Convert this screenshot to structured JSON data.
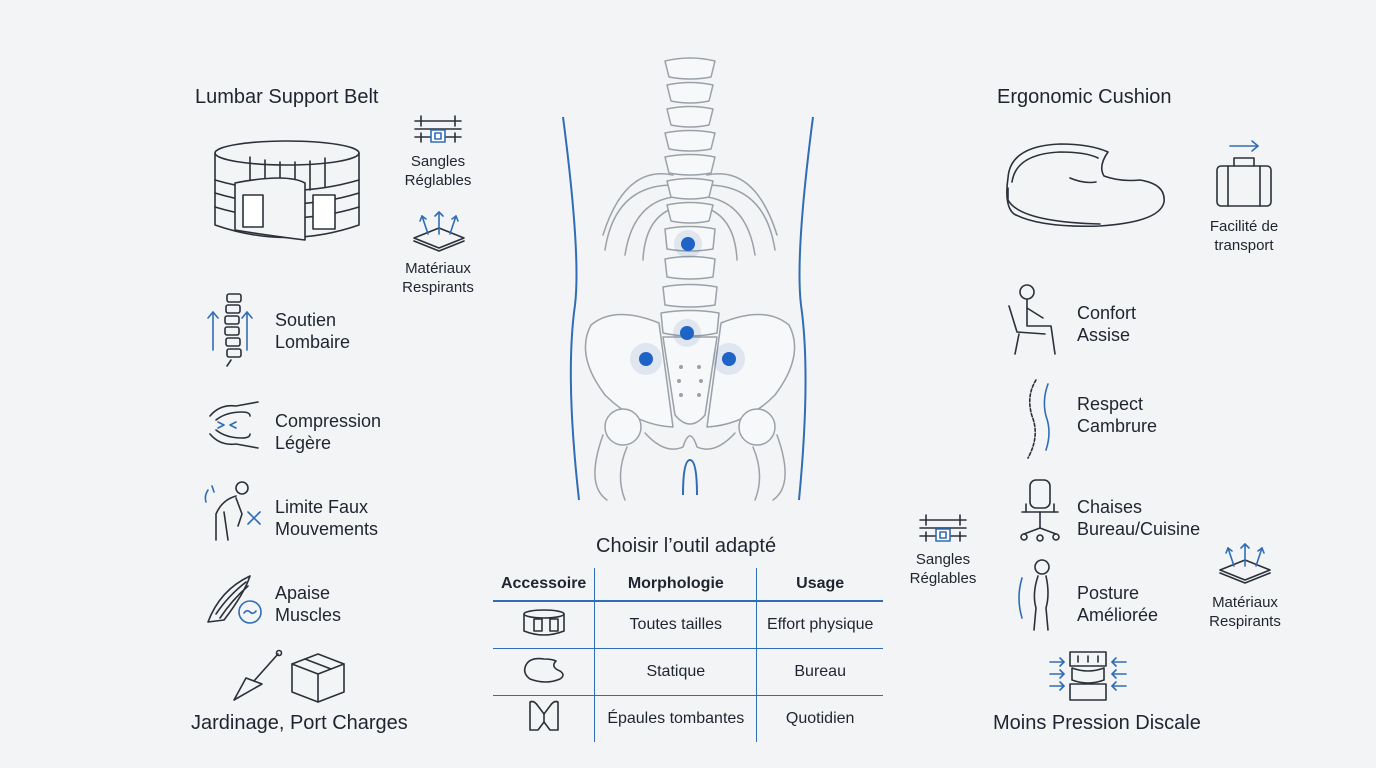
{
  "left": {
    "title": "Lumbar Support Belt",
    "features": [
      {
        "icon": "spine-support-icon",
        "line1": "Soutien",
        "line2": "Lombaire"
      },
      {
        "icon": "compression-hands-icon",
        "line1": "Compression",
        "line2": "Légère"
      },
      {
        "icon": "bending-person-icon",
        "line1": "Limite Faux",
        "line2": "Mouvements"
      },
      {
        "icon": "muscle-icon",
        "line1": "Apaise",
        "line2": "Muscles"
      }
    ],
    "bottom_label": "Jardinage, Port Charges",
    "side_features": [
      {
        "icon": "adjustable-straps-icon",
        "line1": "Sangles",
        "line2": "Réglables"
      },
      {
        "icon": "breathable-material-icon",
        "line1": "Matériaux",
        "line2": "Respirants"
      }
    ]
  },
  "right": {
    "title": "Ergonomic Cushion",
    "transport": {
      "line1": "Facilité de",
      "line2": "transport"
    },
    "features": [
      {
        "icon": "seated-person-icon",
        "line1": "Confort",
        "line2": "Assise"
      },
      {
        "icon": "spine-curve-icon",
        "line1": "Respect",
        "line2": "Cambrure"
      },
      {
        "icon": "office-chair-icon",
        "line1": "Chaises",
        "line2": "Bureau/Cuisine"
      },
      {
        "icon": "posture-icon",
        "line1": "Posture",
        "line2": "Améliorée"
      }
    ],
    "bottom_label": "Moins Pression Discale",
    "side_features": [
      {
        "icon": "adjustable-straps-icon",
        "line1": "Sangles",
        "line2": "Réglables"
      },
      {
        "icon": "breathable-material-icon",
        "line1": "Matériaux",
        "line2": "Respirants"
      }
    ]
  },
  "table": {
    "title": "Choisir l’outil adapté",
    "headers": [
      "Accessoire",
      "Morphologie",
      "Usage"
    ],
    "rows": [
      {
        "icon": "belt-icon",
        "morphologie": "Toutes tailles",
        "usage": "Effort physique"
      },
      {
        "icon": "cushion-icon",
        "morphologie": "Statique",
        "usage": "Bureau"
      },
      {
        "icon": "posture-corrector-icon",
        "morphologie": "Épaules tombantes",
        "usage": "Quotidien"
      }
    ]
  },
  "colors": {
    "accent": "#2f6db5",
    "text": "#1f2530",
    "bone": "#9aa1a8",
    "background": "#f3f4f5"
  }
}
